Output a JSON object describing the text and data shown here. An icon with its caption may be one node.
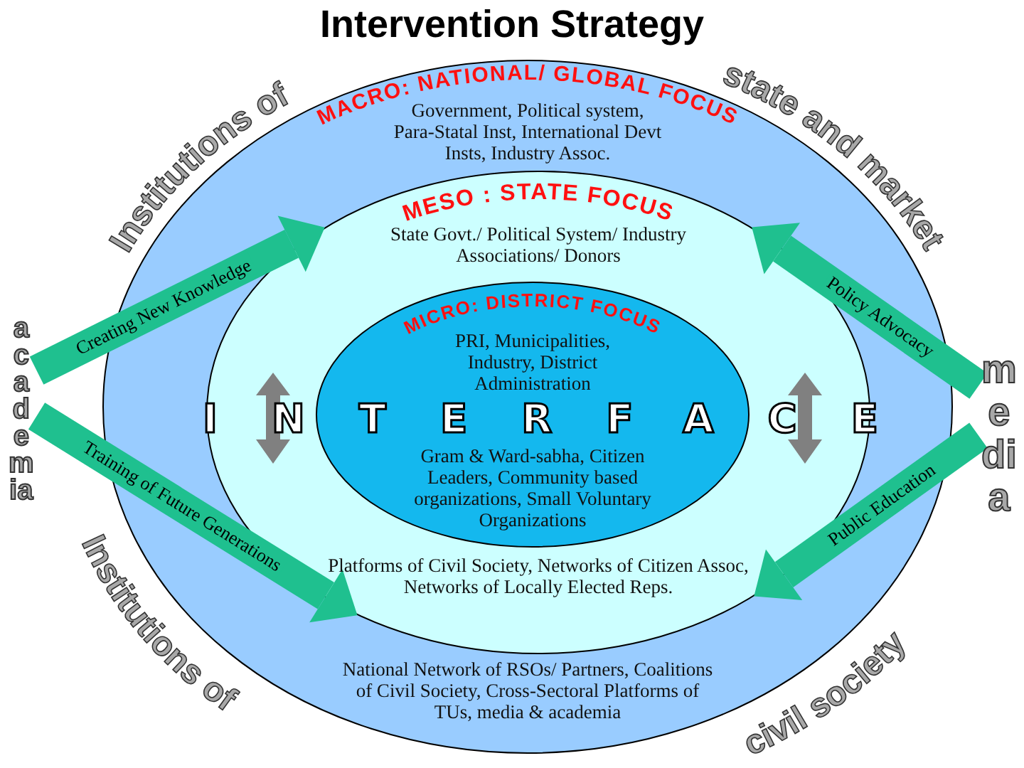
{
  "diagram": {
    "title": "Intervention Strategy",
    "nodes": [
      {
        "text": [
          "MACRO: NATIONAL/ GLOBAL FOCUS",
          "Government, Political system, Para-Statal Inst, International Devt Insts, Industry Assoc.",
          "National Network of RSOs/ Partners, Coalitions of Civil Society, Cross-Sectoral Platforms of TUs, media & academia"
        ]
      },
      {
        "text": [
          "MESO : STATE FOCUS",
          "State Govt./ Political System/ Industry Associations/ Donors",
          "Platforms of Civil Society, Networks of Citizen Assoc, Networks of Locally Elected Reps."
        ],
        "in": 0
      },
      {
        "text": [
          "MICRO: DISTRICT FOCUS",
          "PRI, Municipalities, Industry, District Administration",
          "Gram & Ward-sabha, Citizen Leaders, Community based organizations, Small Voluntary Organizations"
        ],
        "in": 1
      },
      {
        "text": [
          "academia"
        ]
      },
      {
        "text": [
          "media"
        ]
      }
    ],
    "edges": [
      {
        "from": 3,
        "to": 1,
        "arrow": "to",
        "label": "Creating New Knowledge"
      },
      {
        "from": 4,
        "to": 1,
        "arrow": "to",
        "label": "Policy Advocacy"
      },
      {
        "from": 3,
        "to": 1,
        "arrow": "to",
        "label": "Training of Future Generations"
      },
      {
        "from": 4,
        "to": 1,
        "arrow": "to",
        "label": "Public Education"
      }
    ],
    "labels": [
      "Institutions of",
      "state and market",
      "INTERFACE",
      "Institutions of",
      "civil society"
    ]
  }
}
